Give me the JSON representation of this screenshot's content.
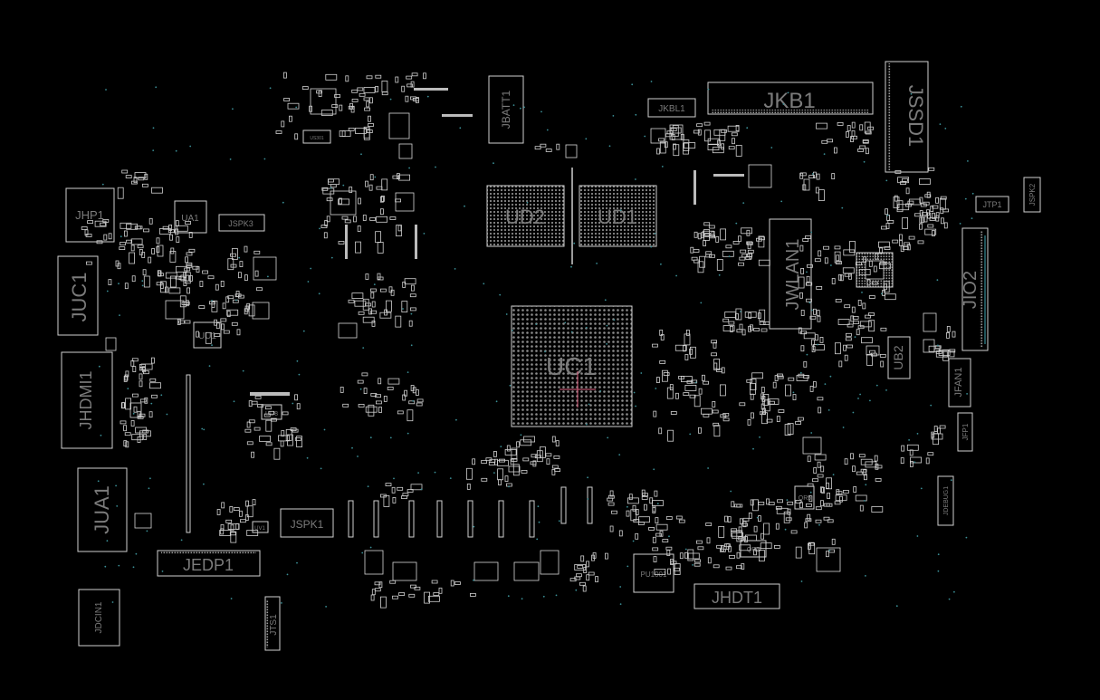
{
  "labels": {
    "ud2": "UD2",
    "ud1": "UD1",
    "uc1": "UC1",
    "jkb1": "JKB1",
    "jssd1": "JSSD1",
    "jkbl1": "JKBL1",
    "jbatt1": "JBATT1",
    "jhp1": "JHP1",
    "ua1": "UA1",
    "jspk3": "JSPK3",
    "juc1": "JUC1",
    "uu1": "UU1",
    "jhdmi1": "JHDMI1",
    "uu8": "UU8",
    "jua1": "JUA1",
    "jedp1": "JEDP1",
    "jspk1": "JSPK1",
    "uv1": "UV1",
    "jdcin1": "JDCIN1",
    "jts1": "JTS1",
    "pu1001": "PU1001",
    "jhdt1": "JHDT1",
    "jwlan1": "JWLAN1",
    "ub2": "UB2",
    "jfan1": "JFAN1",
    "jfp1": "JFP1",
    "jdebug1": "JDEBUG1",
    "jtp1": "JTP1",
    "jspk2": "JSPK2",
    "jio2": "JIO2",
    "qr5": "QR5",
    "qr3": "QR3",
    "uk1": "UK1",
    "us301": "US301"
  }
}
